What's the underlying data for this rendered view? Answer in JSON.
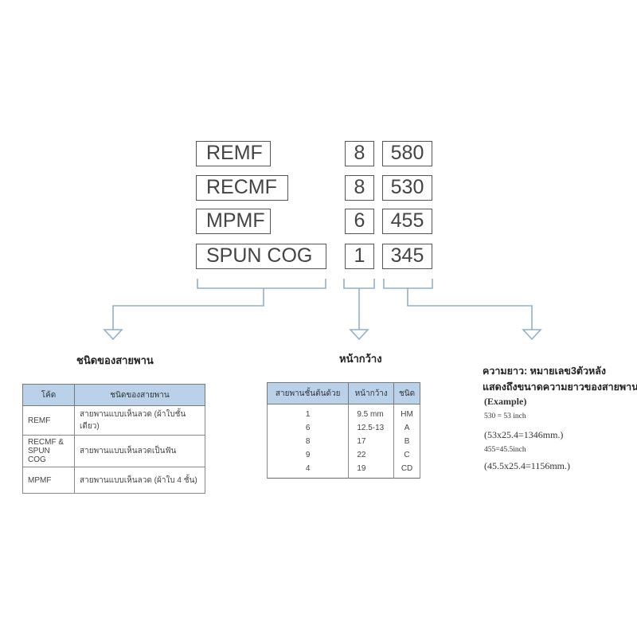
{
  "codes": [
    {
      "type": "REMF",
      "width": "8",
      "length": "580"
    },
    {
      "type": "RECMF",
      "width": "8",
      "length": "530"
    },
    {
      "type": "MPMF",
      "width": "6",
      "length": "455"
    },
    {
      "type": "SPUN COG",
      "width": "1",
      "length": "345"
    }
  ],
  "sections": {
    "type_heading": "ชนิดของสายพาน",
    "width_heading": "หน้ากว้าง",
    "length_title_1": "ความยาว: หมายเลข3ตัวหลัง",
    "length_title_2": "แสดงถึงขนาดความยาวของสายพาน",
    "length_examples": [
      "(Example)",
      "530 = 53 inch",
      "(53x25.4=1346mm.)",
      "455=45.5inch",
      "(45.5x25.4=1156mm.)"
    ]
  },
  "type_table": {
    "headers": [
      "โค้ด",
      "ชนิดของสายพาน"
    ],
    "rows": [
      {
        "code": "REMF",
        "desc": "สายพานแบบเห็นลวด (ผ้าใบชั้นเดียว)"
      },
      {
        "code": "RECMF & SPUN COG",
        "desc": "สายพานแบบเห็นลวดเป็นฟัน"
      },
      {
        "code": "MPMF",
        "desc": "สายพานแบบเห็นลวด (ผ้าใบ 4 ชั้น)"
      }
    ]
  },
  "width_table": {
    "headers": [
      "สายพานชั้นต้นด้วย",
      "หน้ากว้าง",
      "ชนิด"
    ],
    "rows": [
      {
        "code": "1",
        "width": "9.5 mm",
        "type": "HM"
      },
      {
        "code": "6",
        "width": "12.5-13",
        "type": "A"
      },
      {
        "code": "8",
        "width": "17",
        "type": "B"
      },
      {
        "code": "9",
        "width": "22",
        "type": "C"
      },
      {
        "code": "4",
        "width": "19",
        "type": "CD"
      }
    ]
  }
}
